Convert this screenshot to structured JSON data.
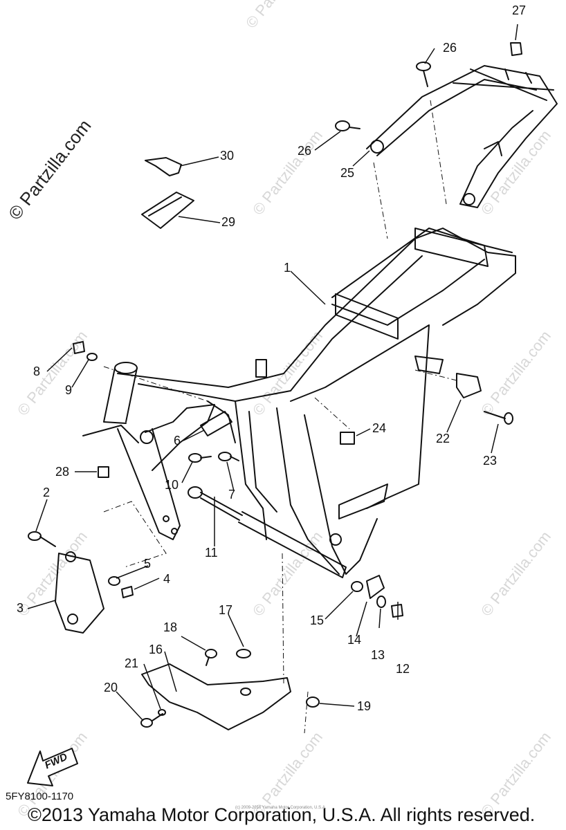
{
  "watermark": {
    "small": "© Partzilla.com",
    "main": "© Partzilla.com"
  },
  "callouts": [
    "1",
    "2",
    "3",
    "4",
    "5",
    "6",
    "7",
    "8",
    "9",
    "10",
    "11",
    "12",
    "13",
    "14",
    "15",
    "16",
    "17",
    "18",
    "19",
    "20",
    "21",
    "22",
    "23",
    "24",
    "25",
    "26",
    "26",
    "27",
    "28",
    "29",
    "30"
  ],
  "fwd_label": "FWD",
  "diagram_code": "5FY8100-1170",
  "copyright": "©2013 Yamaha Motor Corporation, U.S.A. All rights reserved.",
  "fine_print": "(c) 2009-2016 Yamaha Motor Corporation, U.S.A."
}
